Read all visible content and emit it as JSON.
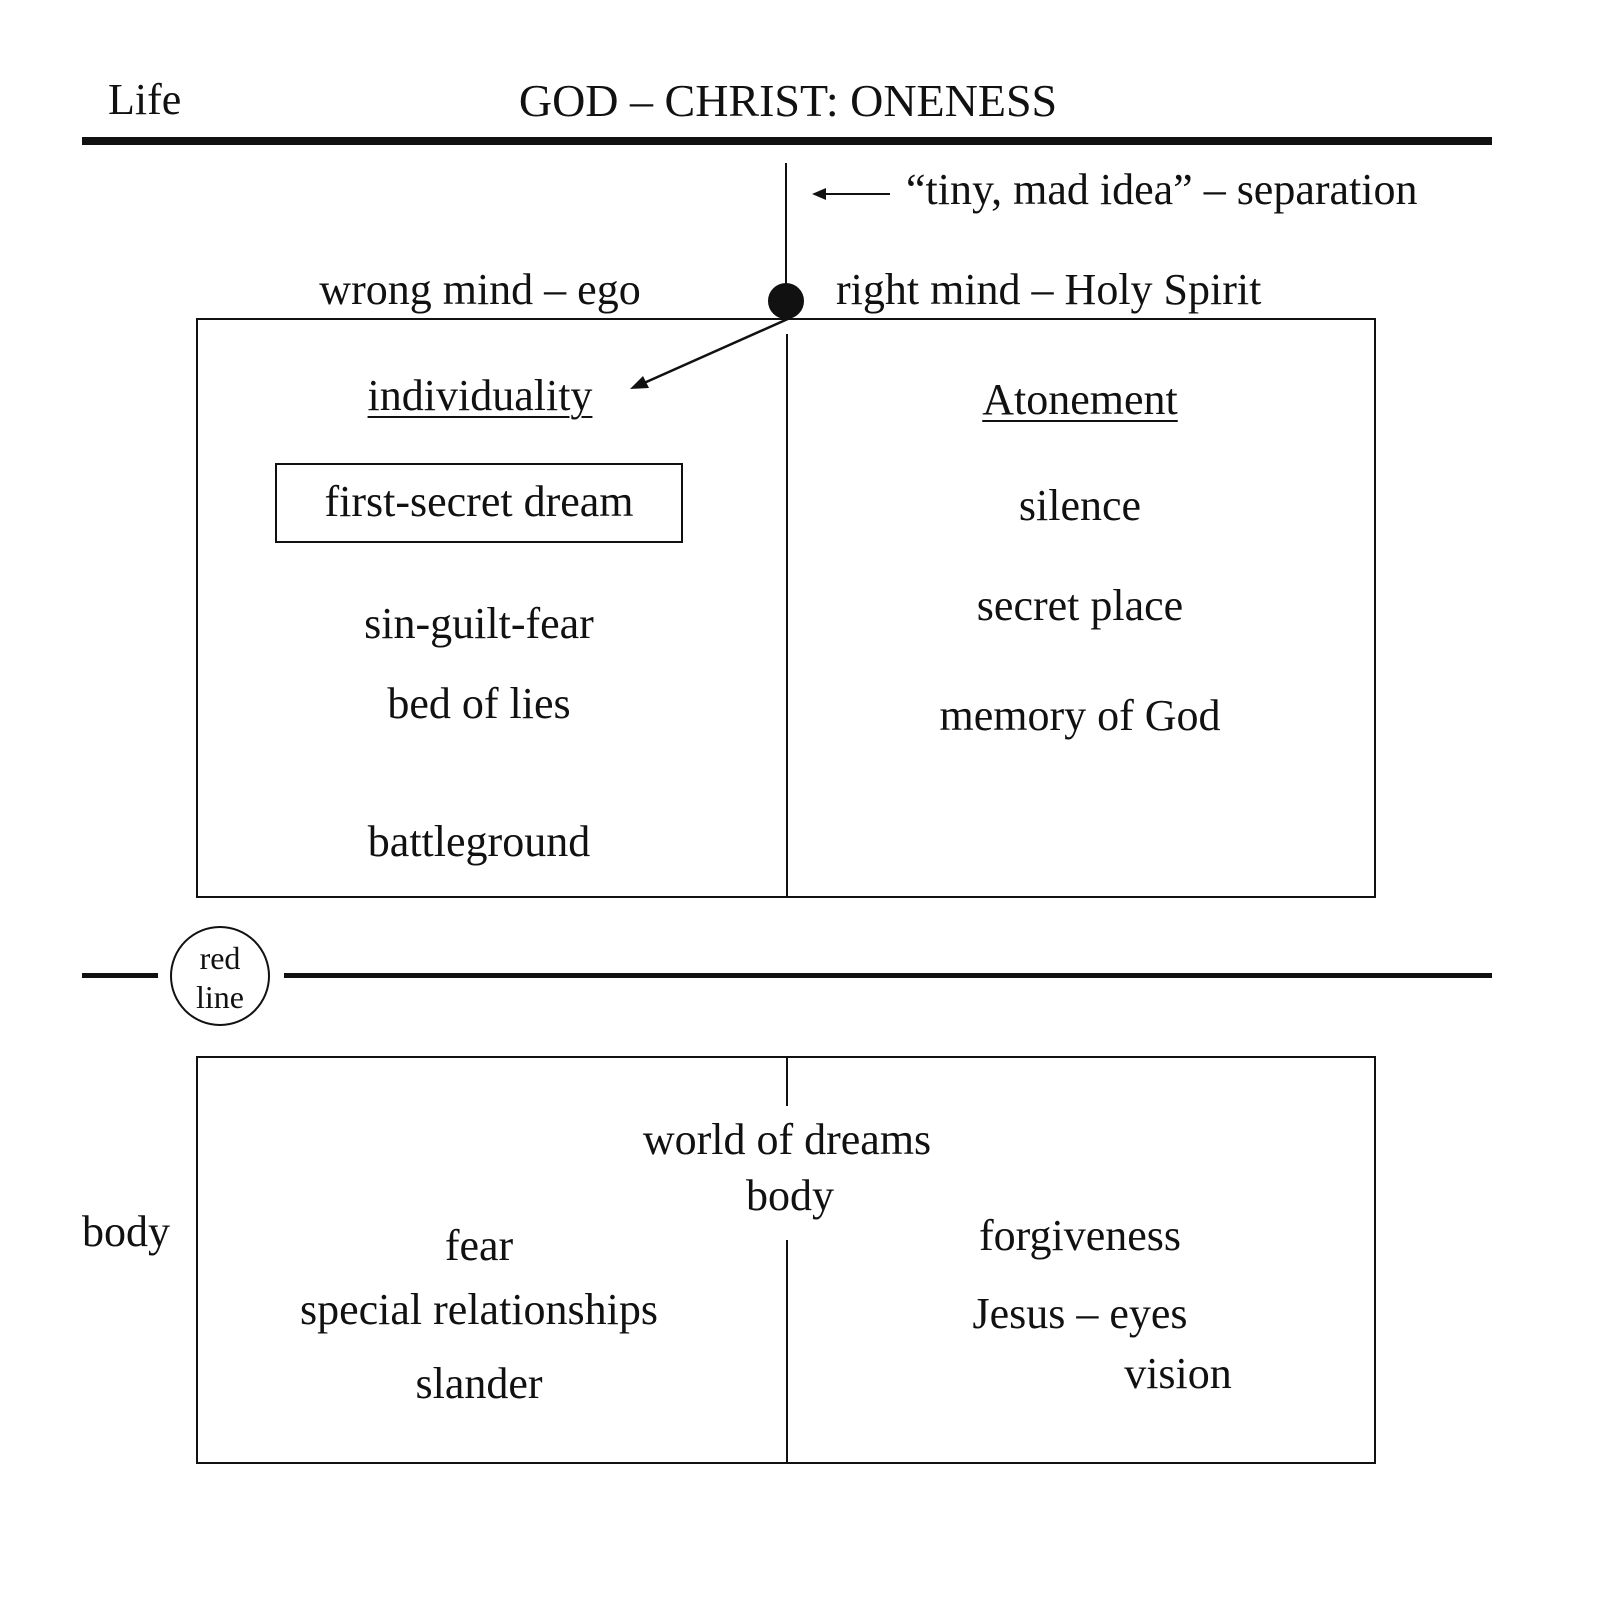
{
  "header": {
    "left_label": "Life",
    "title": "GOD – CHRIST: ONENESS"
  },
  "separation": {
    "label": "“tiny, mad idea” – separation"
  },
  "mind": {
    "wrong_label": "wrong mind – ego",
    "right_label": "right mind – Holy Spirit",
    "wrong_items": {
      "heading": "individuality",
      "boxed": "first-secret dream",
      "item1": "sin-guilt-fear",
      "item2": "bed of lies",
      "item3": "battleground"
    },
    "right_items": {
      "heading": "Atonement",
      "item1": "silence",
      "item2": "secret place",
      "item3": "memory of God"
    }
  },
  "divider": {
    "circle_line1": "red",
    "circle_line2": "line"
  },
  "world": {
    "side_label": "body",
    "center_line1": "world of dreams",
    "center_line2": "body",
    "left_items": [
      "fear",
      "special relationships",
      "slander"
    ],
    "right_items": [
      "forgiveness",
      "Jesus – eyes",
      "vision"
    ]
  }
}
